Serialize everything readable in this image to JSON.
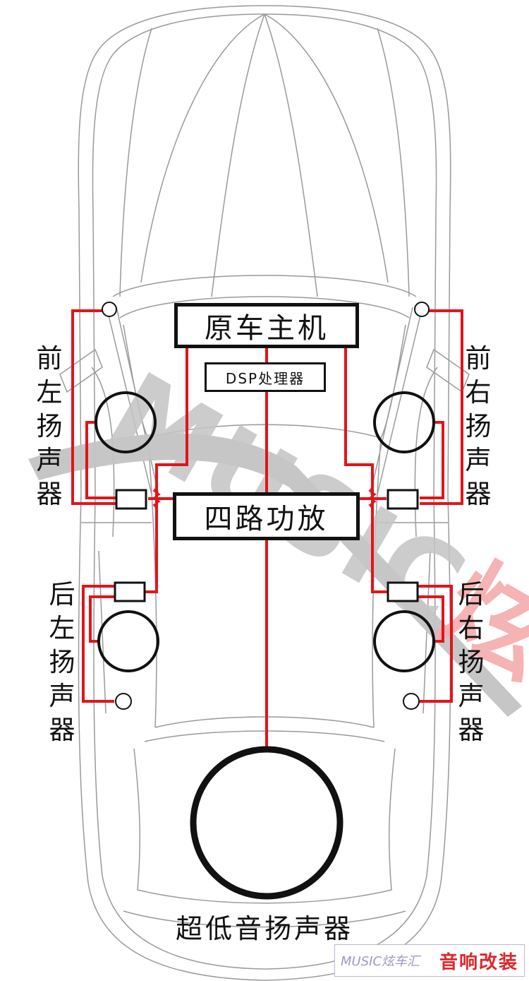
{
  "labels": {
    "head_unit": "原车主机",
    "dsp": "DSP处理器",
    "amp": "四路功放",
    "front_left": "前左扬声器",
    "front_right": "前右扬声器",
    "rear_left": "后左扬声器",
    "rear_right": "后右扬声器",
    "subwoofer": "超低音扬声器"
  },
  "watermark": {
    "main": "MUSIC炫车汇",
    "corner_brand": "MUSIC炫车汇",
    "corner_tag": "音响改装"
  },
  "colors": {
    "wire": "#e0151b",
    "outline": "#111111",
    "car_line": "#9a9a9a",
    "watermark_gray": "#c4c4c4",
    "watermark_red": "#f4a6a6"
  }
}
